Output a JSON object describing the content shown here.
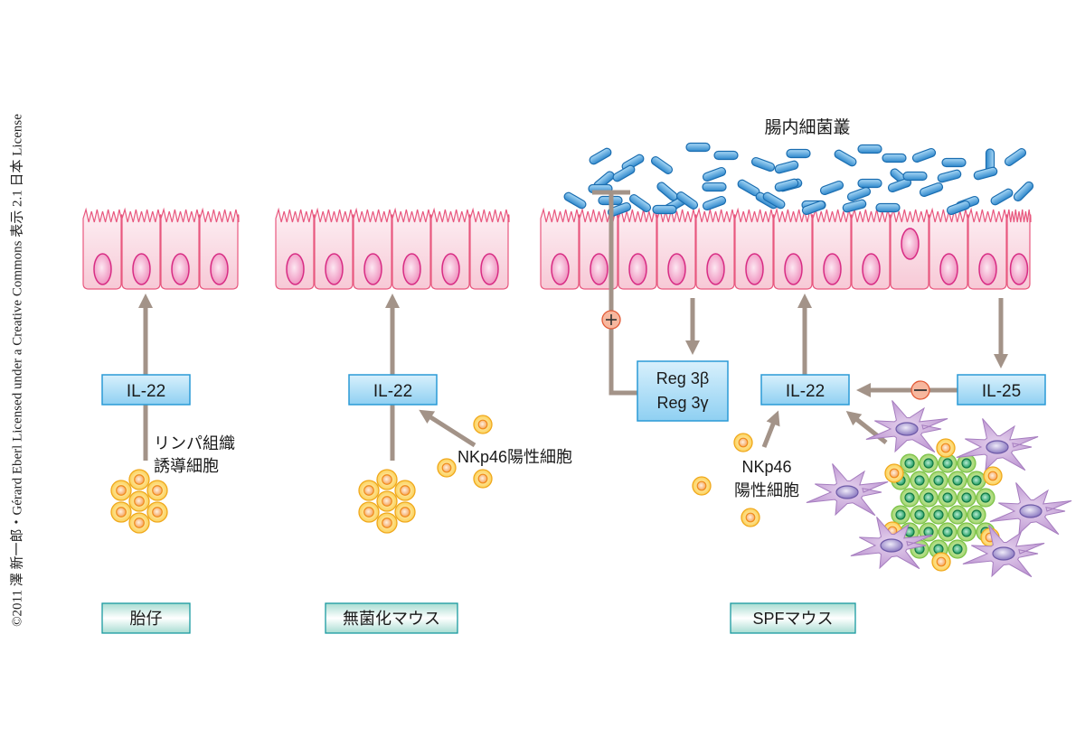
{
  "copyright": "©2011 澤 新一郎・Gérard Eberl Licensed under a Creative Commons 表示 2.1 日本 License",
  "colors": {
    "cell_fill": "#fbe3ea",
    "cell_stroke": "#e8577e",
    "nucleus_fill": "#f4a6c6",
    "nucleus_stroke": "#d82c84",
    "arrow": "#a39388",
    "box_fill": "#a9dbf5",
    "box_stroke": "#2a9ad6",
    "label_fill": "#cfeee6",
    "label_stroke": "#1a9aa0",
    "bacteria_fill": "#4aa3dc",
    "bacteria_stroke": "#1a6db0",
    "lti_fill": "#fcd873",
    "lti_stroke": "#f0a81c",
    "ilc_green": "#b5e08a",
    "dendritic": "#c9a6d8",
    "sign_fill": "#f7b79e",
    "sign_stroke": "#e25a36"
  },
  "panels": {
    "fetus": {
      "label": "胎仔",
      "cytokine": "IL-22",
      "cell_label_line1": "リンパ組織",
      "cell_label_line2": "誘導細胞"
    },
    "germfree": {
      "label": "無菌化マウス",
      "cytokine": "IL-22",
      "nk_label": "NKp46陽性細胞"
    },
    "spf": {
      "label": "SPFマウス",
      "microbiota_label": "腸内細菌叢",
      "cytokine_il22": "IL-22",
      "cytokine_il25": "IL-25",
      "reg_line1": "Reg 3β",
      "reg_line2": "Reg 3γ",
      "plus_sign": "+",
      "minus_sign": "−",
      "nk_label_line1": "NKp46",
      "nk_label_line2": "陽性細胞"
    }
  }
}
